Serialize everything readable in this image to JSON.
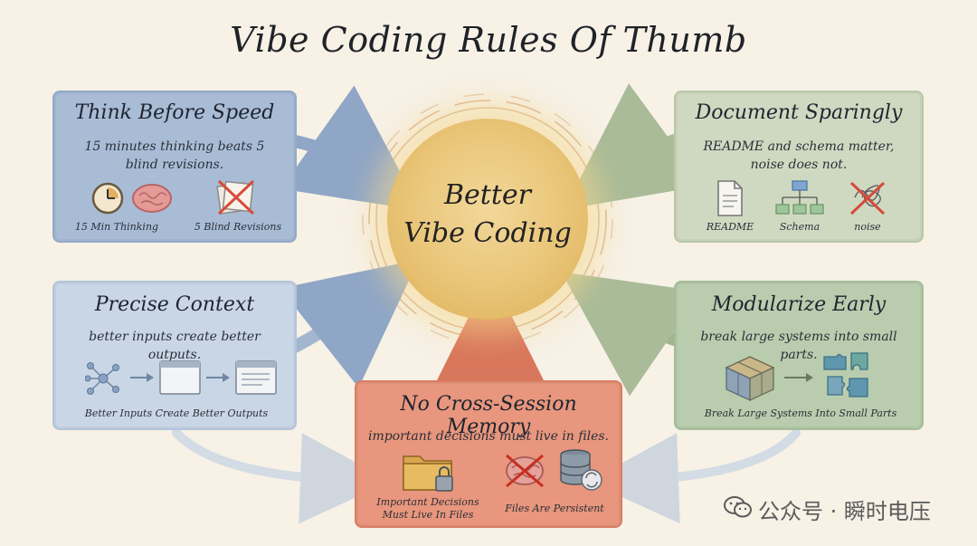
{
  "title": "Vibe Coding Rules Of Thumb",
  "center": {
    "line1": "Better",
    "line2": "Vibe Coding"
  },
  "cards": {
    "think": {
      "title": "Think Before Speed",
      "desc_line1": "15 minutes thinking beats 5",
      "desc_line2": "blind revisions.",
      "cap1": "15 Min Thinking",
      "cap2": "5 Blind Revisions"
    },
    "document": {
      "title": "Document Sparingly",
      "desc_line1": "README and schema matter,",
      "desc_line2": "noise does not.",
      "cap1": "README",
      "cap2": "Schema",
      "cap3": "noise"
    },
    "precise": {
      "title": "Precise Context",
      "desc_line1": "better inputs create better outputs.",
      "cap1": "Better Inputs Create Better Outputs"
    },
    "modular": {
      "title": "Modularize Early",
      "desc_line1": "break large systems into small parts.",
      "cap1": "Break Large Systems Into Small Parts"
    },
    "memory": {
      "title": "No Cross-Session Memory",
      "desc_line1": "important decisions must live in files.",
      "cap1_line1": "Important Decisions",
      "cap1_line2": "Must Live In Files",
      "cap2": "Files Are Persistent"
    }
  },
  "icons": [
    "clock-icon",
    "brain-icon",
    "crossed-papers-icon",
    "document-icon",
    "schema-icon",
    "noise-scribble-icon",
    "network-nodes-icon",
    "window-icon",
    "text-window-icon",
    "puzzle-cube-icon",
    "puzzle-pieces-icon",
    "locked-folder-icon",
    "crossed-brain-icon",
    "database-sync-icon",
    "wechat-icon"
  ],
  "watermark": "公众号 · 瞬时电压",
  "colors": {
    "blue": "#a9bcd6",
    "light_blue": "#c9d6e6",
    "green": "#cfd9c1",
    "dark_green": "#b9cdae",
    "red": "#e8967d",
    "gold": "#e9c476"
  }
}
